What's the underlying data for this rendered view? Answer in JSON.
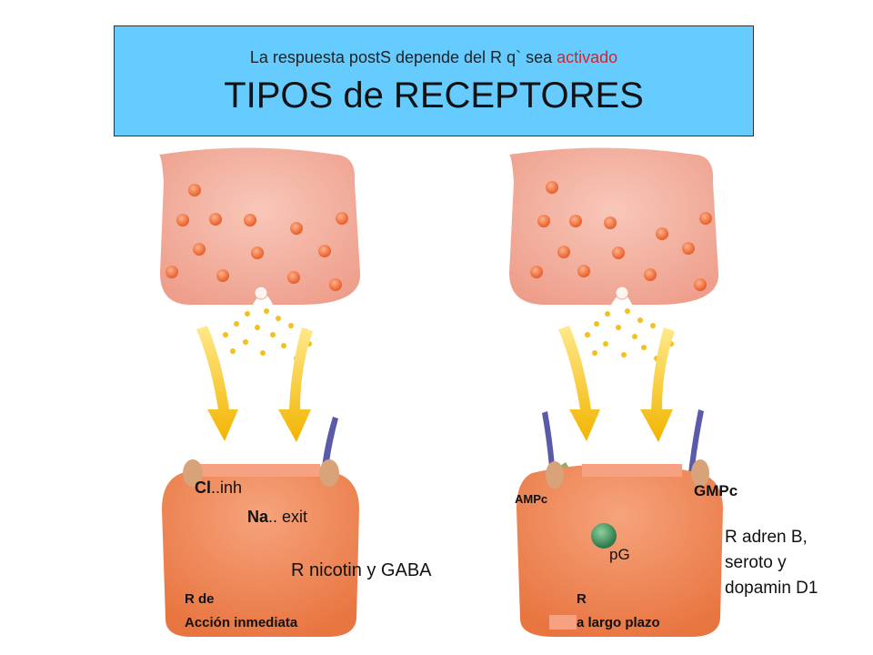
{
  "header": {
    "subtitle_prefix": "La respuesta postS depende del R q` sea ",
    "subtitle_highlight": "activado",
    "title": "TIPOS de RECEPTORES"
  },
  "left_panel": {
    "cl_label": "Cl",
    "cl_suffix": "..inh",
    "na_label": "Na",
    "na_suffix": ".. exit",
    "receptor_examples": "R nicotin y GABA",
    "type_line1": "R de",
    "type_line2": "Acción inmediata"
  },
  "right_panel": {
    "ampc": "AMPc",
    "gmpc": "GMPc",
    "pg": "pG",
    "receptor_examples_line1": "R adren B,",
    "receptor_examples_line2": "seroto y",
    "receptor_examples_line3": "dopamin D1",
    "type_line1": "R",
    "type_line2": "a largo plazo"
  },
  "colors": {
    "title_bg": "#66ccff",
    "highlight": "#e02020",
    "presynaptic": "#f3b3a4",
    "postsynaptic": "#f08a5e",
    "vesicle": "#f07a45",
    "arrow_yellow": "#f5c000",
    "arrow_purple": "#5a5aaa",
    "arrow_green": "#8fae6a",
    "protein_g": "#3d8a5a"
  }
}
